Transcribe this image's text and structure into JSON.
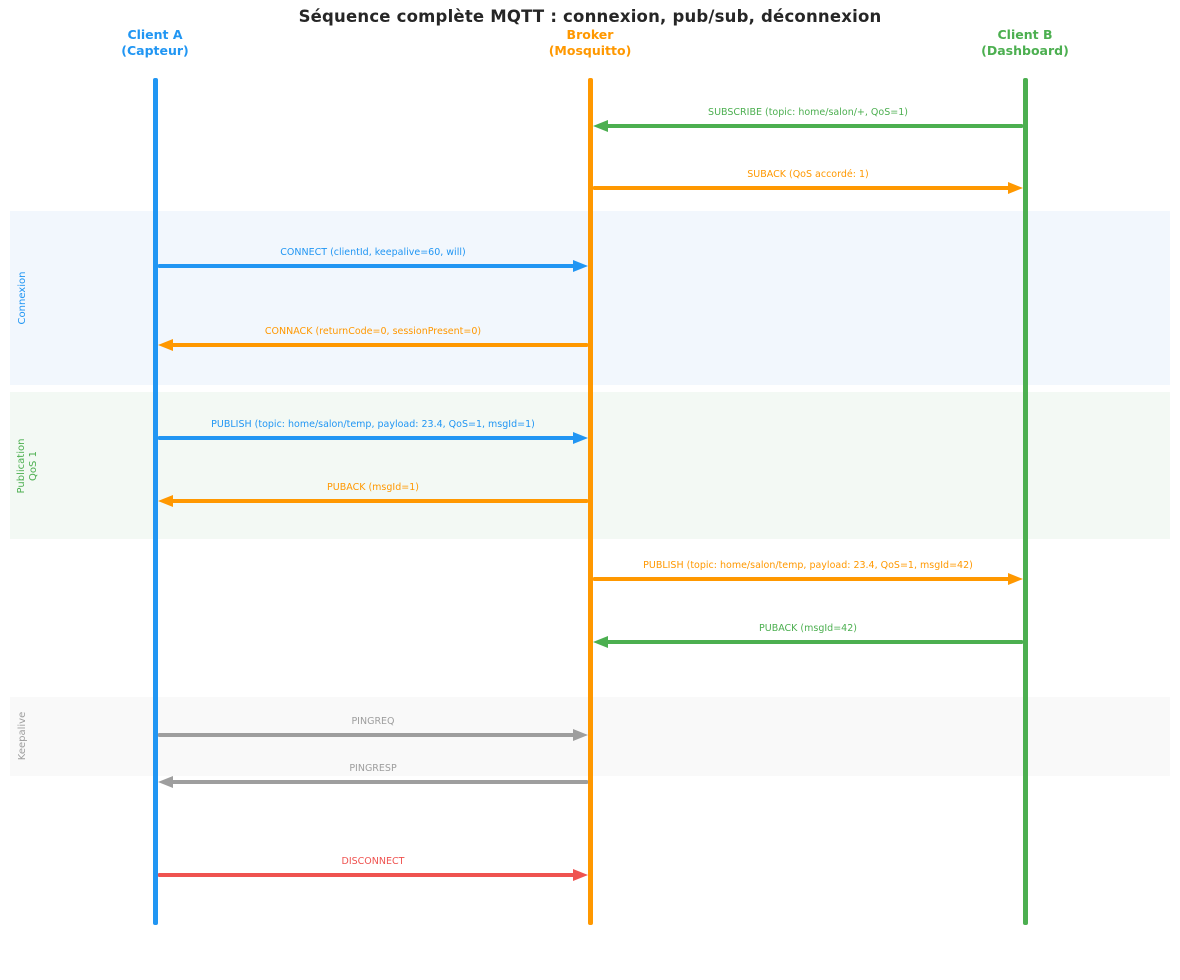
{
  "title": "Séquence complète MQTT : connexion, pub/sub, déconnexion",
  "actors": [
    {
      "name": "Client A",
      "role": "(Capteur)",
      "color": "#2196F3"
    },
    {
      "name": "Broker",
      "role": "(Mosquitto)",
      "color": "#FF9800"
    },
    {
      "name": "Client B",
      "role": "(Dashboard)",
      "color": "#4CAF50"
    }
  ],
  "sections": [
    {
      "label": "Connexion",
      "color": "#2196F3",
      "bg": "#F2F7FD"
    },
    {
      "label": "Publication\nQoS 1",
      "color": "#4CAF50",
      "bg": "#F3F9F4"
    },
    {
      "label": "Keepalive",
      "color": "#9E9E9E",
      "bg": "#F9F9F9"
    }
  ],
  "messages": [
    {
      "label": "SUBSCRIBE (topic: home/salon/+, QoS=1)",
      "from": "Client B",
      "to": "Broker",
      "color": "#4CAF50"
    },
    {
      "label": "SUBACK (QoS accordé: 1)",
      "from": "Broker",
      "to": "Client B",
      "color": "#FF9800"
    },
    {
      "label": "CONNECT (clientId, keepalive=60, will)",
      "from": "Client A",
      "to": "Broker",
      "color": "#2196F3"
    },
    {
      "label": "CONNACK (returnCode=0, sessionPresent=0)",
      "from": "Broker",
      "to": "Client A",
      "color": "#FF9800"
    },
    {
      "label": "PUBLISH (topic: home/salon/temp, payload: 23.4, QoS=1, msgId=1)",
      "from": "Client A",
      "to": "Broker",
      "color": "#2196F3"
    },
    {
      "label": "PUBACK (msgId=1)",
      "from": "Broker",
      "to": "Client A",
      "color": "#FF9800"
    },
    {
      "label": "PUBLISH (topic: home/salon/temp, payload: 23.4, QoS=1, msgId=42)",
      "from": "Broker",
      "to": "Client B",
      "color": "#FF9800"
    },
    {
      "label": "PUBACK (msgId=42)",
      "from": "Client B",
      "to": "Broker",
      "color": "#4CAF50"
    },
    {
      "label": "PINGREQ",
      "from": "Client A",
      "to": "Broker",
      "color": "#9E9E9E"
    },
    {
      "label": "PINGRESP",
      "from": "Broker",
      "to": "Client A",
      "color": "#9E9E9E"
    },
    {
      "label": "DISCONNECT",
      "from": "Client A",
      "to": "Broker",
      "color": "#EF5350"
    }
  ]
}
